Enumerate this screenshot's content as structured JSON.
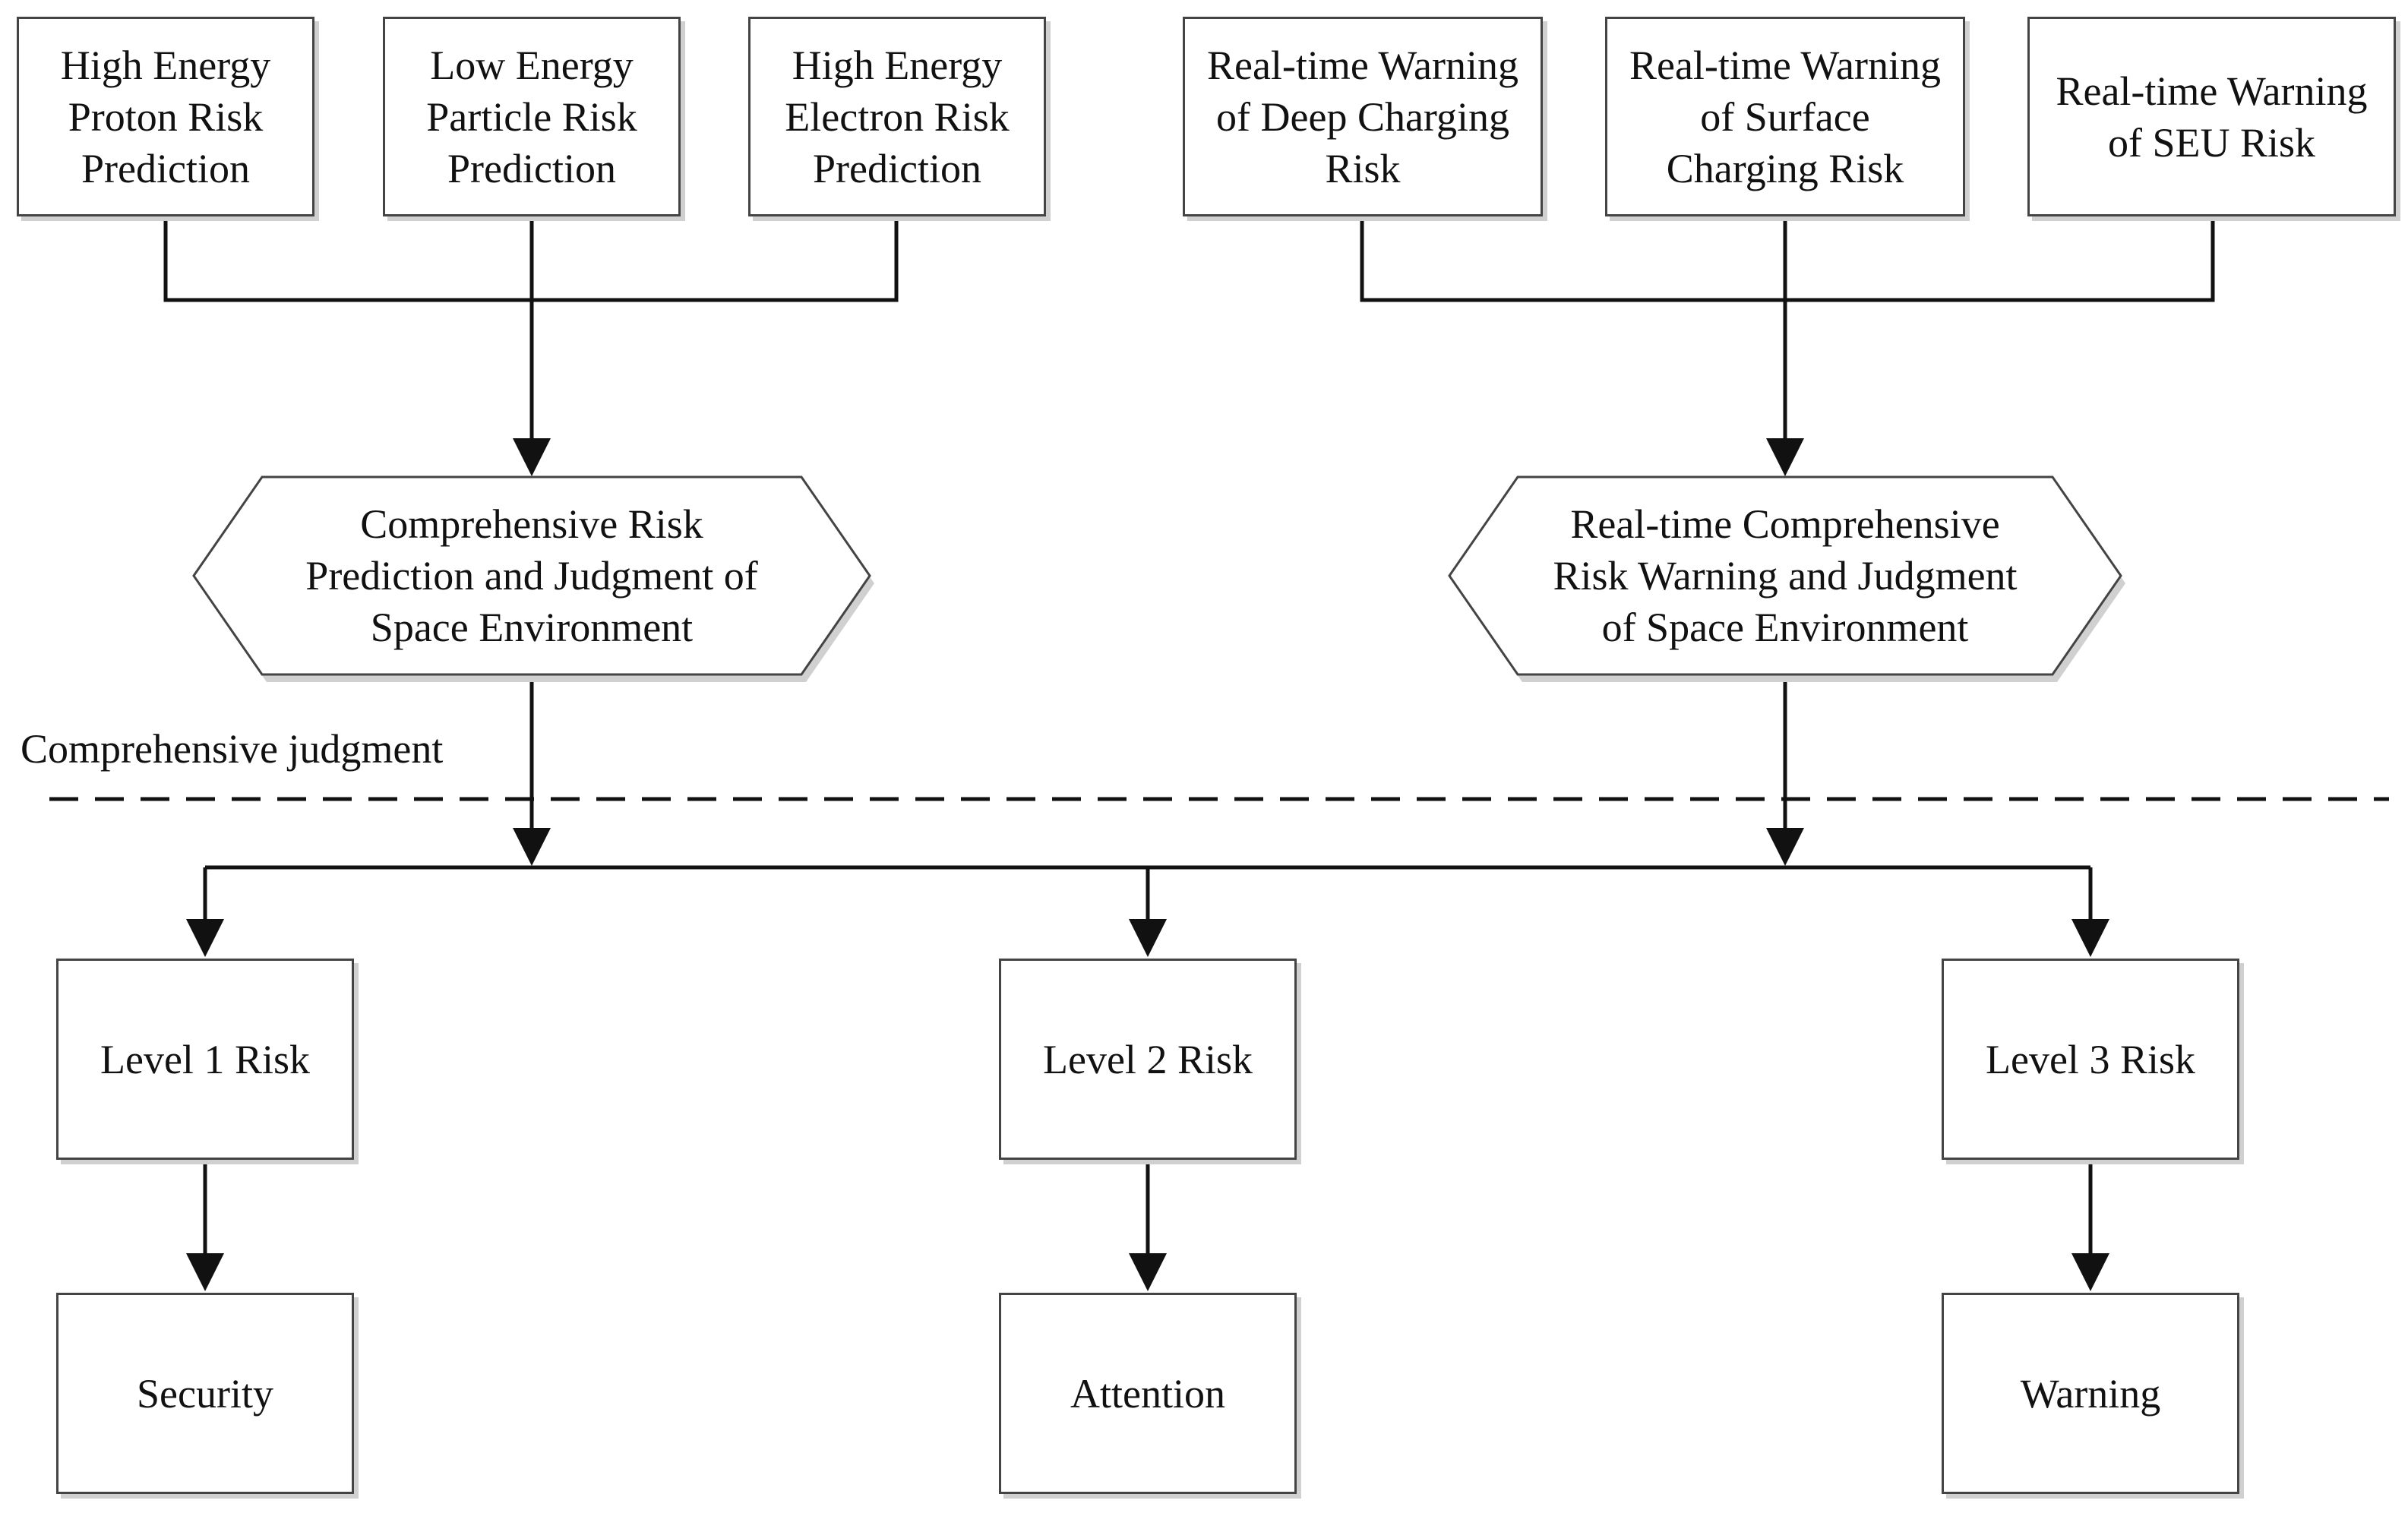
{
  "top_left_boxes": [
    "High Energy\nProton Risk\nPrediction",
    "Low Energy\nParticle Risk\nPrediction",
    "High Energy\nElectron Risk\nPrediction"
  ],
  "top_right_boxes": [
    "Real-time Warning\nof Deep Charging\nRisk",
    "Real-time Warning\nof Surface\nCharging Risk",
    "Real-time Warning\nof SEU Risk"
  ],
  "hex_left": "Comprehensive Risk\nPrediction and Judgment of\nSpace Environment",
  "hex_right": "Real-time Comprehensive\nRisk Warning and Judgment\nof Space Environment",
  "section_label": "Comprehensive judgment",
  "levels": [
    "Level 1 Risk",
    "Level 2 Risk",
    "Level 3 Risk"
  ],
  "outcomes": [
    "Security",
    "Attention",
    "Warning"
  ]
}
